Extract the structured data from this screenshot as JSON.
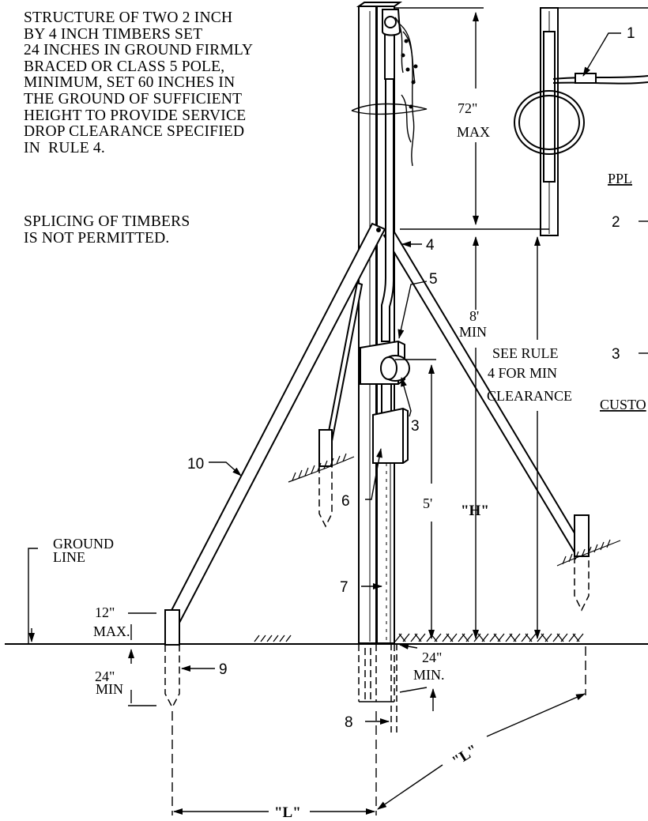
{
  "notes": {
    "structure_lines": [
      "STRUCTURE OF TWO 2 INCH",
      "BY 4 INCH TIMBERS SET",
      "24 INCHES IN GROUND FIRMLY",
      "BRACED OR CLASS 5 POLE,",
      "MINIMUM, SET 60 INCHES IN",
      "THE GROUND OF SUFFICIENT",
      "HEIGHT TO PROVIDE SERVICE",
      "DROP CLEARANCE SPECIFIED",
      "IN  RULE 4."
    ],
    "splicing_lines": [
      "SPLICING OF TIMBERS",
      "IS NOT PERMITTED."
    ]
  },
  "dimensions": {
    "top_max_value": "72\"",
    "top_max_unit": "MAX",
    "mid_min_value": "8'",
    "mid_min_unit": "MIN",
    "rule_line1": "SEE RULE",
    "rule_line2": "4 FOR MIN",
    "rule_line3": "CLEARANCE",
    "five_feet": "5'",
    "height": "\"H\"",
    "above_ground_value": "12\"",
    "above_ground_unit": "MAX.",
    "below_ground_value": "24\"",
    "below_ground_unit": "MIN",
    "conduit_depth_value": "24\"",
    "conduit_depth_unit": "MIN.",
    "length_left": "\"L\"",
    "length_right": "\"L\""
  },
  "labels": {
    "ground_line_1": "GROUND",
    "ground_line_2": "LINE",
    "ppl": "PPL",
    "customer": "CUSTO",
    "ppl_item": "2",
    "customer_item": "3",
    "callout_1": "1",
    "callout_3": "3",
    "callout_4": "4",
    "callout_5": "5",
    "callout_6": "6",
    "callout_7": "7",
    "callout_8": "8",
    "callout_9": "9",
    "callout_10": "10"
  }
}
